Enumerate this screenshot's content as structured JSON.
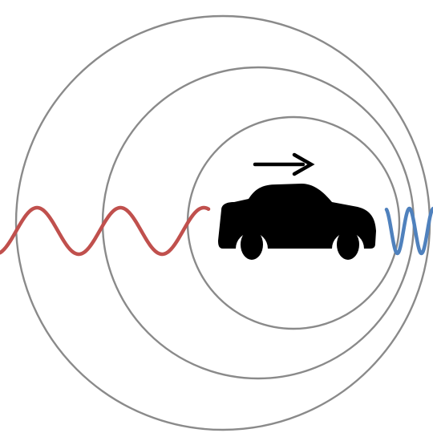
{
  "diagram": {
    "subject": "car-icon",
    "motion_direction": "right",
    "wave_fronts": 3,
    "colors": {
      "background": "#ffffff",
      "wave_fronts": "#8a8a8a",
      "trailing_wave": "#c0504d",
      "leading_wave": "#4f81bd",
      "car": "#000000",
      "arrow": "#000000"
    },
    "trailing_wave": {
      "side": "left",
      "cycles": 2.5,
      "wavelength": "long"
    },
    "leading_wave": {
      "side": "right",
      "cycles": 2,
      "wavelength": "short"
    }
  }
}
